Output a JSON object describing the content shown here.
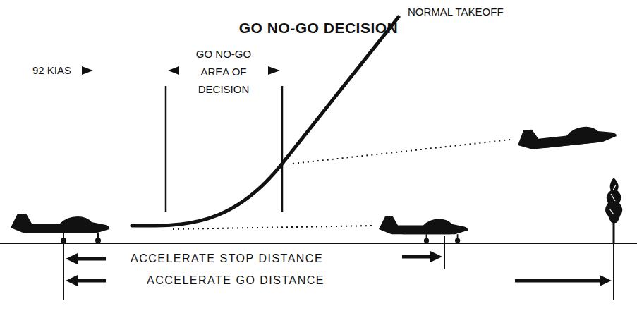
{
  "diagram": {
    "title": "GO NO-GO DECISION",
    "labels": [
      "92 KIAS",
      "GO NO-GO AREA OF DECISION",
      "NORMAL TAKEOFF",
      "ACCELERATE STOP DISTANCE",
      "ACCELERATE GO DISTANCE"
    ]
  }
}
